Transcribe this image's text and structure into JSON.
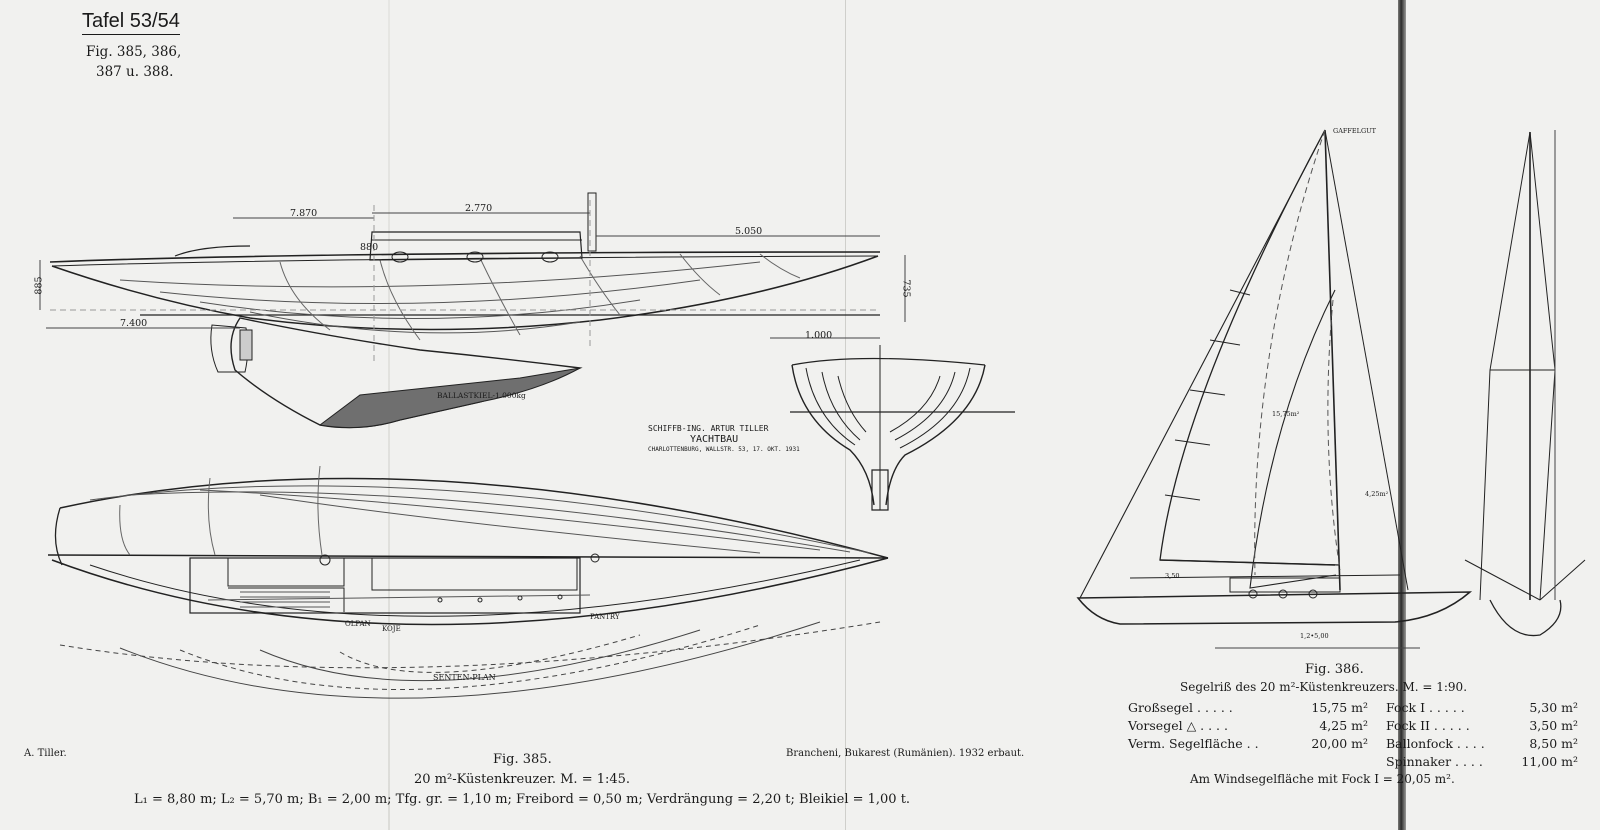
{
  "header": {
    "plate": "Tafel 53/54",
    "figs_line1": "Fig. 385, 386,",
    "figs_line2": "387 u. 388."
  },
  "hull_drawing": {
    "dims": {
      "d1": "7.870",
      "d2": "2.770",
      "d3": "5.050",
      "d4": "7.400",
      "d5": "1.000",
      "d6": "885",
      "d7": "735",
      "d8": "880"
    },
    "labels": {
      "ballast": "BALLASTKIEL-1.000kg",
      "spant": "SENTEN-PLAN",
      "stamp1": "SCHIFFB-ING. ARTUR TILLER",
      "stamp2": "YACHTBAU",
      "stamp3": "CHARLOTTENBURG, WALLSTR. 53, 17. OKT. 1931",
      "plan_a": "OLPAN",
      "plan_b": "KOJE",
      "plan_c": "PANTRY"
    }
  },
  "sail_drawing": {
    "labels": {
      "top": "GAFFELGUT",
      "mid1": "15,75m²",
      "mid2": "4,25m²",
      "boom": "3,50",
      "base": "1,2•5,00"
    }
  },
  "footer": {
    "author": "A. Tiller.",
    "fig385": "Fig. 385.",
    "fig385_desc": "20 m²-Küstenkreuzer.  M. = 1:45.",
    "owner": "Brancheni, Bukarest (Rumänien).  1932 erbaut.",
    "specs": "L₁ = 8,80 m;  L₂ = 5,70 m;  B₁ = 2,00 m;  Tfg. gr. = 1,10 m;  Freibord = 0,50 m;  Verdrängung = 2,20 t;  Bleikiel = 1,00 t.",
    "fig386": "Fig. 386.",
    "fig386_desc": "Segelriß des 20 m²-Küstenkreuzers.  M. = 1:90.",
    "sails": [
      {
        "name": "Großsegel . . . . .",
        "value": "15,75 m²",
        "name2": "Fock I . . . . .",
        "value2": "5,30 m²"
      },
      {
        "name": "Vorsegel △ . . . .",
        "value": "4,25 m²",
        "name2": "Fock II . . . . .",
        "value2": "3,50 m²"
      },
      {
        "name": "Verm. Segelfläche . .",
        "value": "20,00 m²",
        "name2": "Ballonfock . . . .",
        "value2": "8,50 m²"
      },
      {
        "name": "",
        "value": "",
        "name2": "Spinnaker . . . .",
        "value2": "11,00 m²"
      }
    ],
    "windsail": "Am Windsegelfläche mit Fock I = 20,05 m²."
  }
}
